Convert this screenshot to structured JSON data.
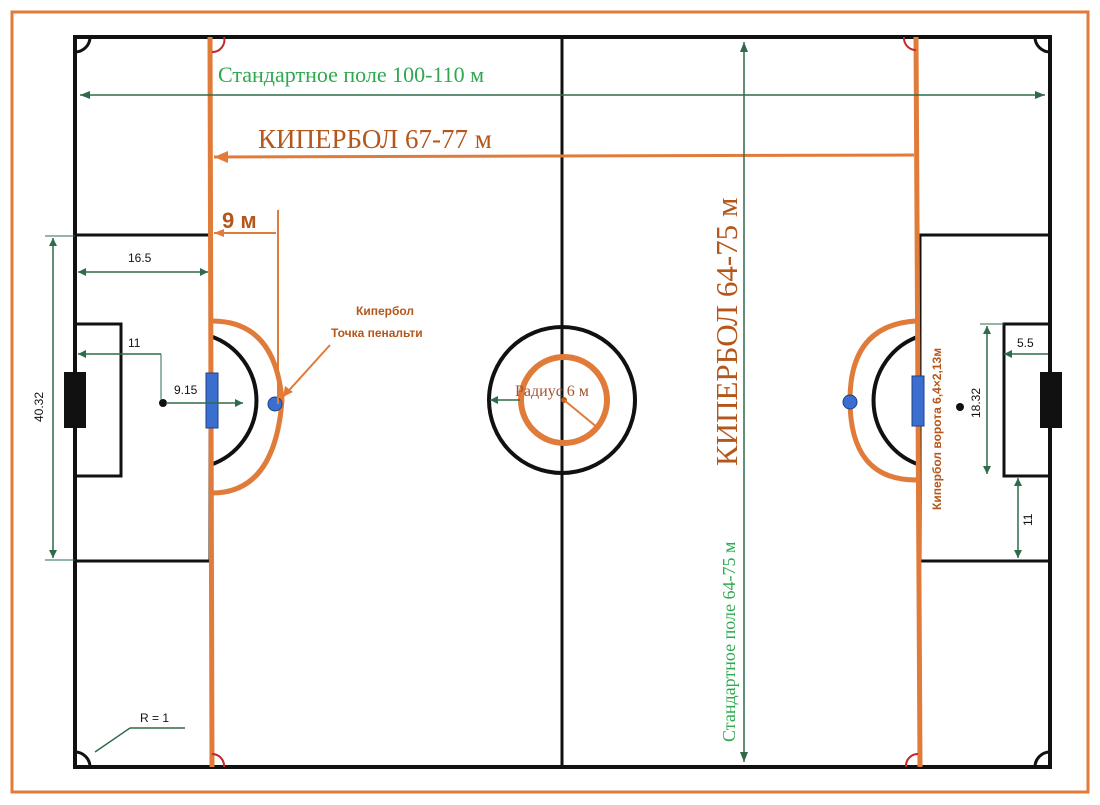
{
  "labels": {
    "standard_length": "Стандартное поле 100-110 м",
    "keeperball_length": "КИПЕРБОЛ 67-77 м",
    "keeperball_width": "КИПЕРБОЛ 64-75 м",
    "standard_width": "Стандартное поле  64-75 м",
    "nine_m": "9 м",
    "penalty_line1": "Кипербол",
    "penalty_line2": "Точка  пенальти",
    "radius": "Радиус 6 м",
    "goal_label": "Кипербол  ворота 6,4×2,13м",
    "dim_16_5": "16.5",
    "dim_11_top": "11",
    "dim_9_15": "9.15",
    "dim_40_32": "40.32",
    "dim_5_5": "5.5",
    "dim_18_32": "18.32",
    "dim_11_right": "11",
    "corner_r": "R = 1"
  },
  "colors": {
    "orange": "#e07b3a",
    "orange_text": "#b5561b",
    "green": "#2fa84f",
    "dim_green": "#3d6b4f",
    "line": "#111111",
    "goal_blue": "#3a6fd0",
    "corner_red": "#c0282a"
  }
}
